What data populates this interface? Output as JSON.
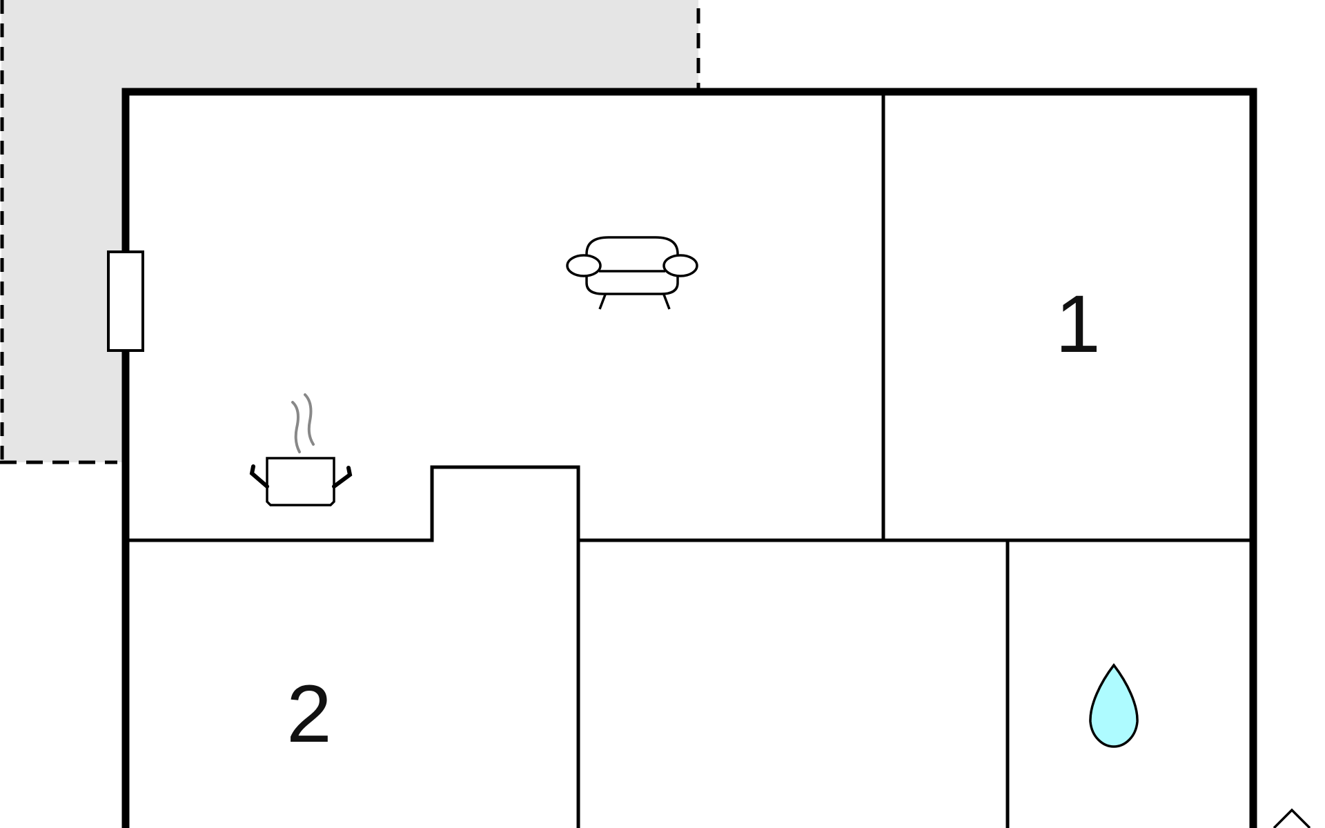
{
  "floor_plan": {
    "rooms": [
      {
        "id": "living-kitchen",
        "icons": [
          "sofa-icon",
          "cooking-pot-icon"
        ]
      },
      {
        "id": "bedroom-1",
        "label": "1"
      },
      {
        "id": "bedroom-2",
        "label": "2"
      },
      {
        "id": "hall"
      },
      {
        "id": "bathroom",
        "icons": [
          "water-drop-icon"
        ]
      }
    ],
    "terrace": {
      "style": "dashed",
      "fill": "#e5e5e5"
    },
    "colors": {
      "wall": "#000000",
      "terrace_fill": "#e5e5e5",
      "water_drop": "#aefbff",
      "steam": "#888888"
    }
  }
}
